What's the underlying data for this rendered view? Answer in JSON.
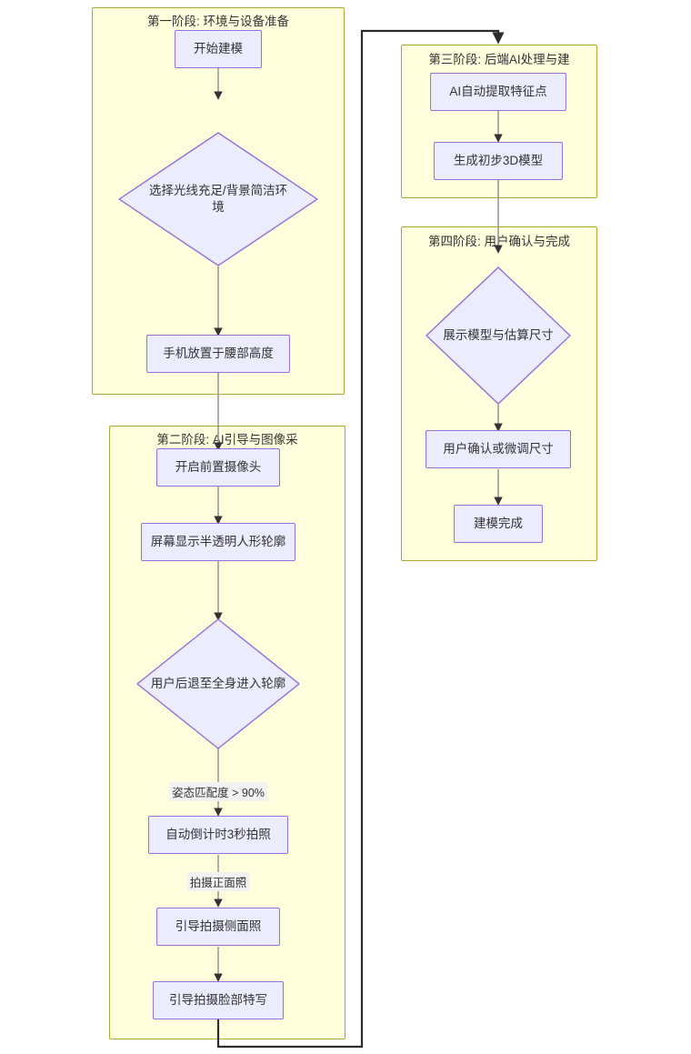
{
  "diagram": {
    "type": "flowchart",
    "direction": "top-down",
    "title_visible": false,
    "colors": {
      "phase_fill": "#FFFFDE",
      "phase_border": "#AAAA33",
      "node_fill": "#ECECFF",
      "node_border": "#9370DB",
      "edge_stroke": "#333333",
      "edge_label_bg": "#F2F2F2",
      "inter_phase_edge": "#333333",
      "page_bg": "#FFFFFF"
    }
  },
  "phases": [
    {
      "id": "phase1",
      "title": "第一阶段: 环境与设备准备",
      "nodes": [
        {
          "id": "n-start",
          "label": "开始建模",
          "shape": "rect"
        },
        {
          "id": "n-light",
          "label": "选择光线充足/背景简洁环境",
          "shape": "diamond"
        },
        {
          "id": "n-waist",
          "label": "手机放置于腰部高度",
          "shape": "rect"
        }
      ]
    },
    {
      "id": "phase2",
      "title": "第二阶段: AI引导与图像采",
      "nodes": [
        {
          "id": "n-camera",
          "label": "开启前置摄像头",
          "shape": "rect"
        },
        {
          "id": "n-outline",
          "label": "屏幕显示半透明人形轮廓",
          "shape": "rect"
        },
        {
          "id": "n-stepback",
          "label": "用户后退至全身进入轮廓",
          "shape": "diamond"
        },
        {
          "id": "n-countdown",
          "label": "自动倒计时3秒拍照",
          "shape": "rect"
        },
        {
          "id": "n-side",
          "label": "引导拍摄侧面照",
          "shape": "rect"
        },
        {
          "id": "n-face",
          "label": "引导拍摄脸部特写",
          "shape": "rect"
        }
      ]
    },
    {
      "id": "phase3",
      "title": "第三阶段: 后端AI处理与建",
      "nodes": [
        {
          "id": "n-feature",
          "label": "AI自动提取特征点",
          "shape": "rect"
        },
        {
          "id": "n-model3d",
          "label": "生成初步3D模型",
          "shape": "rect"
        }
      ]
    },
    {
      "id": "phase4",
      "title": "第四阶段: 用户确认与完成",
      "nodes": [
        {
          "id": "n-show",
          "label": "展示模型与估算尺寸",
          "shape": "diamond"
        },
        {
          "id": "n-confirm",
          "label": "用户确认或微调尺寸",
          "shape": "rect"
        },
        {
          "id": "n-done",
          "label": "建模完成",
          "shape": "rect"
        }
      ]
    }
  ],
  "edge_labels": [
    {
      "id": "e-pose",
      "label": "姿态匹配度 > 90%",
      "from": "n-stepback",
      "to": "n-countdown"
    },
    {
      "id": "e-front",
      "label": "拍摄正面照",
      "from": "n-countdown",
      "to": "n-side"
    }
  ],
  "edges": [
    {
      "from": "n-start",
      "to": "n-light",
      "label": ""
    },
    {
      "from": "n-light",
      "to": "n-waist",
      "label": ""
    },
    {
      "from": "n-waist",
      "to": "n-camera",
      "label": ""
    },
    {
      "from": "n-camera",
      "to": "n-outline",
      "label": ""
    },
    {
      "from": "n-outline",
      "to": "n-stepback",
      "label": ""
    },
    {
      "from": "n-stepback",
      "to": "n-countdown",
      "label": "姿态匹配度 > 90%"
    },
    {
      "from": "n-countdown",
      "to": "n-side",
      "label": "拍摄正面照"
    },
    {
      "from": "n-side",
      "to": "n-face",
      "label": ""
    },
    {
      "from": "n-face",
      "to": "n-feature",
      "label": ""
    },
    {
      "from": "n-feature",
      "to": "n-model3d",
      "label": ""
    },
    {
      "from": "n-model3d",
      "to": "n-show",
      "label": ""
    },
    {
      "from": "n-show",
      "to": "n-confirm",
      "label": ""
    },
    {
      "from": "n-confirm",
      "to": "n-done",
      "label": ""
    }
  ]
}
